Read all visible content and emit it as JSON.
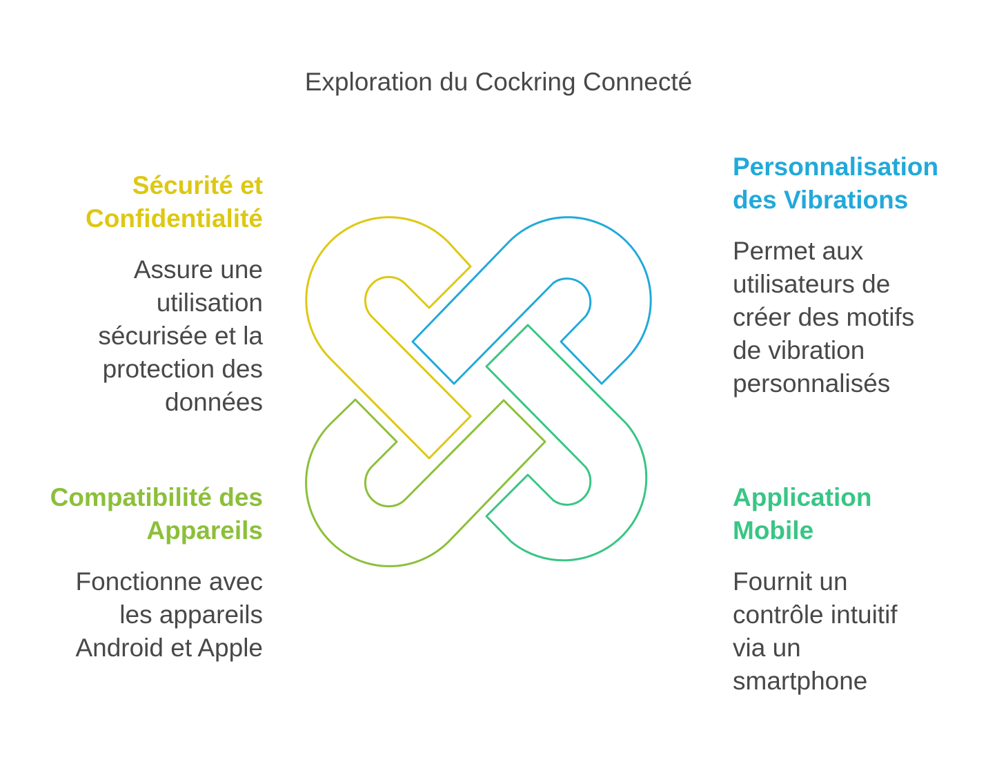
{
  "title": "Exploration du Cockring Connecté",
  "colors": {
    "security": "#DDC812",
    "personalization": "#21A9DA",
    "compatibility": "#8CBF3A",
    "mobile": "#39C585",
    "text": "#484848"
  },
  "sections": {
    "security": {
      "heading_lines": [
        "Sécurité et",
        "Confidentialité"
      ],
      "description_lines": [
        "Assure une",
        "utilisation",
        "sécurisée et la",
        "protection des",
        "données"
      ]
    },
    "personalization": {
      "heading_lines": [
        "Personnalisation",
        "des Vibrations"
      ],
      "description_lines": [
        "Permet aux",
        "utilisateurs de",
        "créer des motifs",
        "de vibration",
        "personnalisés"
      ]
    },
    "compatibility": {
      "heading_lines": [
        "Compatibilité des",
        "Appareils"
      ],
      "description_lines": [
        "Fonctionne avec",
        "les appareils",
        "Android et Apple"
      ]
    },
    "mobile": {
      "heading_lines": [
        "Application",
        "Mobile"
      ],
      "description_lines": [
        "Fournit un",
        "contrôle intuitif",
        "via un",
        "smartphone"
      ]
    }
  },
  "knot": {
    "icon": "interlocking-knot-icon",
    "loops": [
      "security",
      "personalization",
      "compatibility",
      "mobile"
    ]
  }
}
